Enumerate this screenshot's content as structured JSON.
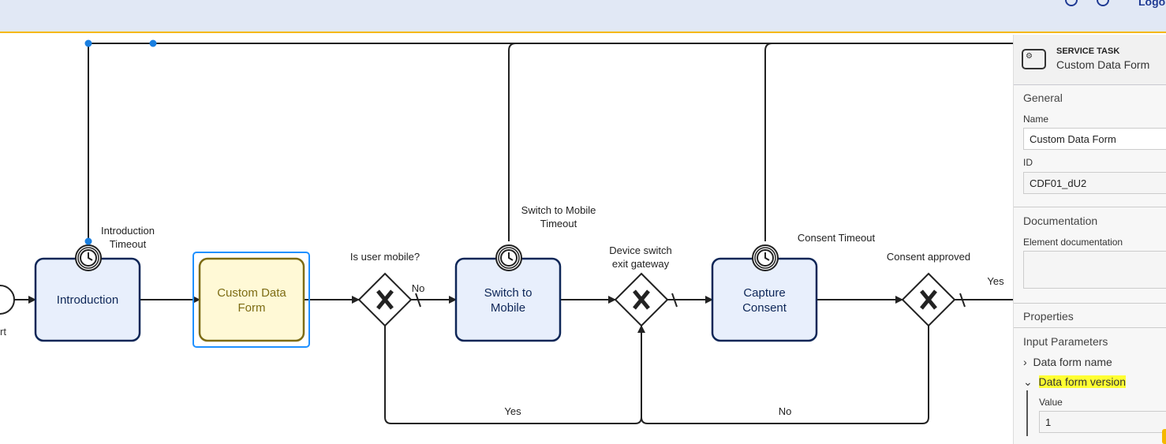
{
  "header": {
    "logout_label": "Logo",
    "icons": [
      "info-icon",
      "user-icon"
    ]
  },
  "diagram": {
    "start_label": "rt",
    "tasks": [
      {
        "label_lines": [
          "Introduction"
        ],
        "timer_label": [
          "Introduction",
          "Timeout"
        ]
      },
      {
        "label_lines": [
          "Custom Data",
          "Form"
        ]
      },
      {
        "label_lines": [
          "Switch to",
          "Mobile"
        ],
        "timer_label": [
          "Switch to Mobile",
          "Timeout"
        ]
      },
      {
        "label_lines": [
          "Capture",
          "Consent"
        ],
        "timer_label": [
          "Consent Timeout"
        ]
      }
    ],
    "gateways": [
      {
        "label": [
          "Is user mobile?"
        ]
      },
      {
        "label": [
          "Device switch",
          "exit gateway"
        ]
      },
      {
        "label": [
          "Consent approved"
        ]
      }
    ],
    "flow_labels": {
      "no1": "No",
      "yes1": "Yes",
      "no2": "No",
      "yes2": "Yes"
    },
    "colors": {
      "task_fill": "#e8effc",
      "task_stroke": "#0d2657",
      "selected_fill": "#fff9d6",
      "selected_stroke": "#7d6c14",
      "selection": "#1e90ff",
      "handle": "#1a7fe0"
    }
  },
  "panel": {
    "element_type": "SERVICE TASK",
    "element_name": "Custom Data Form",
    "general": "General",
    "name_label": "Name",
    "name_value": "Custom Data Form",
    "id_label": "ID",
    "id_value": "CDF01_dU2",
    "documentation": "Documentation",
    "element_documentation": "Element documentation",
    "element_documentation_value": "",
    "properties": "Properties",
    "input_parameters": "Input Parameters",
    "params": [
      {
        "label": "Data form name",
        "expanded": false
      },
      {
        "label": "Data form version",
        "expanded": true
      }
    ],
    "value_label": "Value",
    "value": "1"
  }
}
